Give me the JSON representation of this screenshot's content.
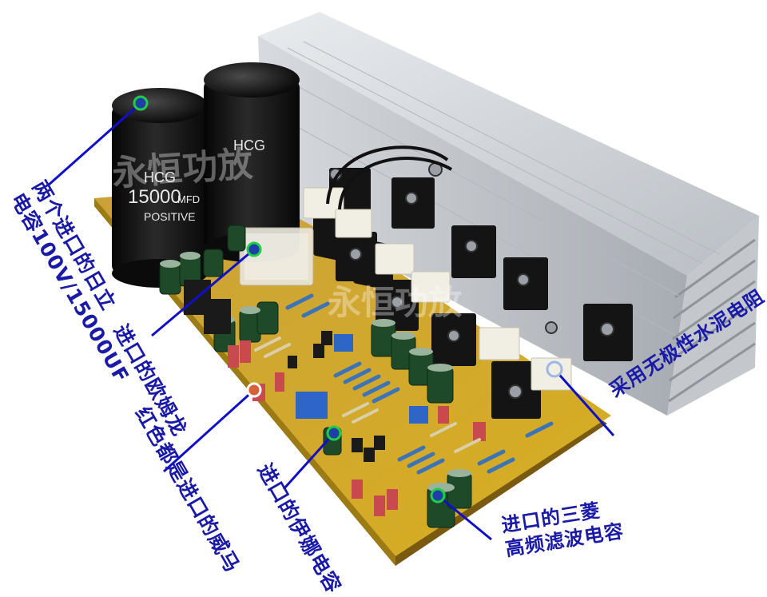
{
  "annotations": [
    {
      "id": "caps",
      "lines": [
        "两个进口的日立",
        "电容100V/15000UF"
      ]
    },
    {
      "id": "relay",
      "lines": [
        "进口的欧姆龙"
      ]
    },
    {
      "id": "red",
      "lines": [
        "红色都是进口的威马"
      ]
    },
    {
      "id": "elna",
      "lines": [
        "进口的伊娜电容"
      ]
    },
    {
      "id": "resistor",
      "lines": [
        "采用无极性水泥电阻"
      ]
    },
    {
      "id": "filter",
      "lines": [
        "进口的三菱",
        "高频滤波电容"
      ]
    }
  ],
  "component_text": {
    "cap_brand": "HCG",
    "cap_value": "15000",
    "cap_unit": "MFD",
    "cap_polarity": "POSITIVE"
  },
  "watermark": "永恒功放",
  "colors": {
    "annotation_text": "#1a1aa8",
    "pointer_line": "#1010c8",
    "marker_green": "#22cc44",
    "pcb_yellow": "#d8a81c",
    "heatsink_silver": "#c9ccd1"
  }
}
